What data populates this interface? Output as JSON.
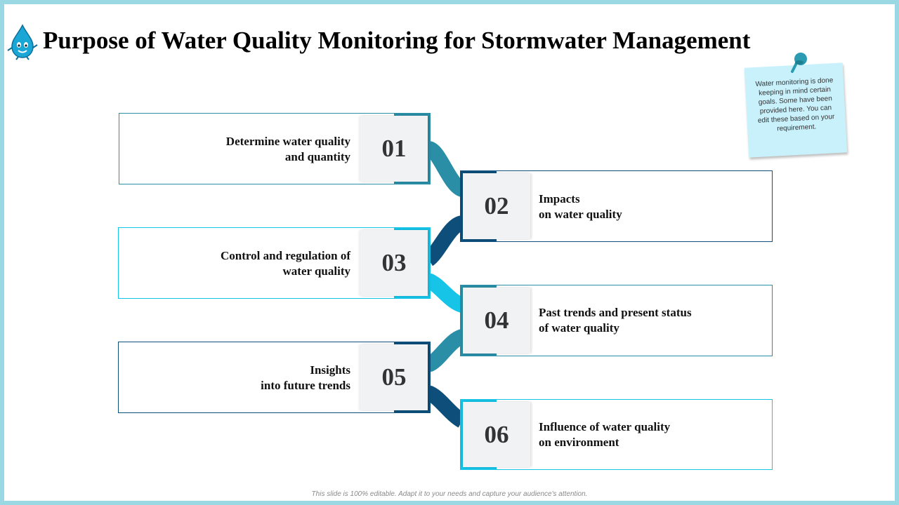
{
  "title": "Purpose of Water Quality Monitoring for Stormwater Management",
  "sticky_note": "Water monitoring is done keeping in mind certain goals. Some have been provided here. You can edit these based on your requirement.",
  "items": [
    {
      "number": "01",
      "line1": "Determine water quality",
      "line2": "and quantity",
      "color": "#2a8ea6"
    },
    {
      "number": "02",
      "line1": "Impacts",
      "line2": "on water quality",
      "color": "#0d4f7a"
    },
    {
      "number": "03",
      "line1": "Control and regulation of",
      "line2": "water quality",
      "color": "#16c4e8"
    },
    {
      "number": "04",
      "line1": "Past trends and present status",
      "line2": "of water quality",
      "color": "#2a8ea6"
    },
    {
      "number": "05",
      "line1": "Insights",
      "line2": "into future trends",
      "color": "#0d4f7a"
    },
    {
      "number": "06",
      "line1": "Influence of water quality",
      "line2": "on environment",
      "color": "#16c4e8"
    }
  ],
  "footer": "This slide is 100% editable. Adapt it to your needs and capture your audience's attention.",
  "icons": {
    "mascot": "water-drop-mascot-icon",
    "pin": "push-pin-icon"
  }
}
